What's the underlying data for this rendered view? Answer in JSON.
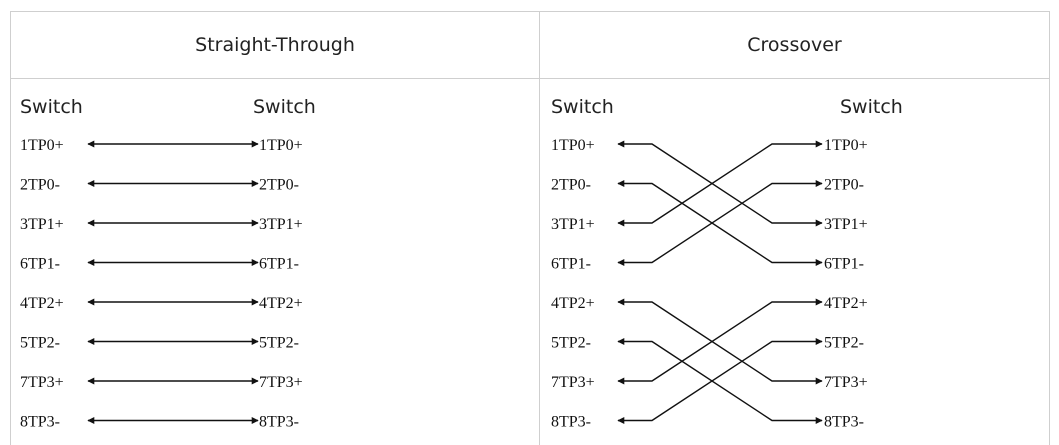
{
  "headers": {
    "straight": "Straight-Through",
    "crossover": "Crossover"
  },
  "switch_label": "Switch",
  "pins": [
    {
      "left": "1TP0+",
      "right": "1TP0+"
    },
    {
      "left": "2TP0-",
      "right": "2TP0-"
    },
    {
      "left": "3TP1+",
      "right": "3TP1+"
    },
    {
      "left": "6TP1-",
      "right": "6TP1-"
    },
    {
      "left": "4TP2+",
      "right": "4TP2+"
    },
    {
      "left": "5TP2-",
      "right": "5TP2-"
    },
    {
      "left": "7TP3+",
      "right": "7TP3+"
    },
    {
      "left": "8TP3-",
      "right": "8TP3-"
    }
  ],
  "crossover_map": [
    2,
    3,
    0,
    1,
    6,
    7,
    4,
    5
  ],
  "colors": {
    "line": "#111111",
    "border": "#cfcfcf",
    "text": "#222222"
  }
}
